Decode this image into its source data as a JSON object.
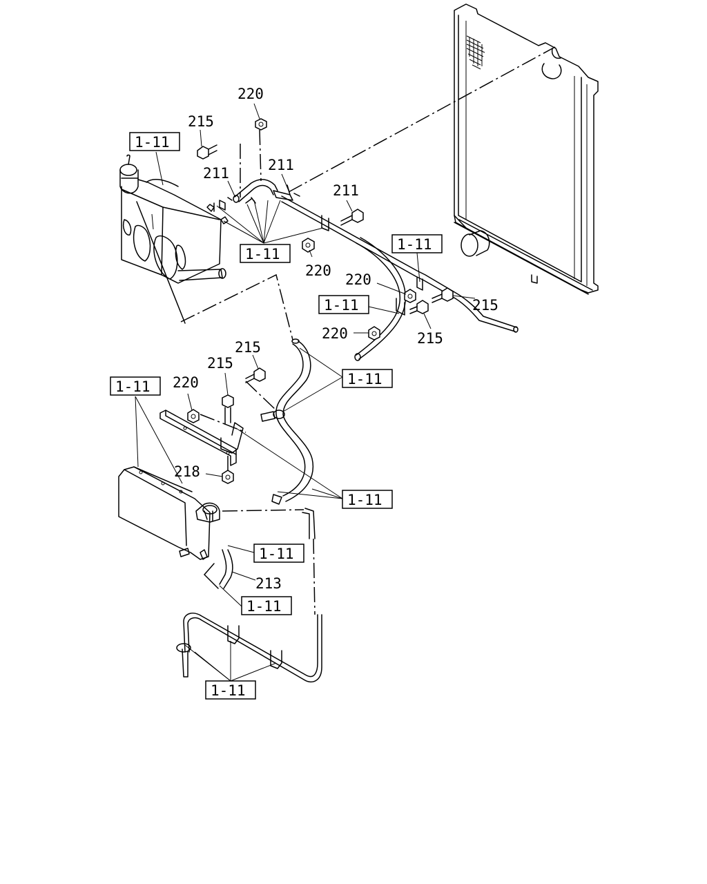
{
  "callouts": {
    "c220_top": "220",
    "c215_top": "215",
    "c211_left": "211",
    "c211_mid": "211",
    "c211_right": "211",
    "c220_mid": "220",
    "c220_right": "220",
    "c215_right_upper": "215",
    "c220_lower_right": "220",
    "c215_right_lower": "215",
    "c215_center_a": "215",
    "c215_center_b": "215",
    "c220_center": "220",
    "c218": "218",
    "c213": "213"
  },
  "refs": {
    "r_tank_top": "1-11",
    "r_fittings_top": "1-11",
    "r_bracket_right": "1-11",
    "r_clip_right": "1-11",
    "r_hose_mid": "1-11",
    "r_tank_lower": "1-11",
    "r_hose_lower": "1-11",
    "r_tank_outlet": "1-11",
    "r_clamp_213": "1-11",
    "r_bottom_clips": "1-11"
  }
}
